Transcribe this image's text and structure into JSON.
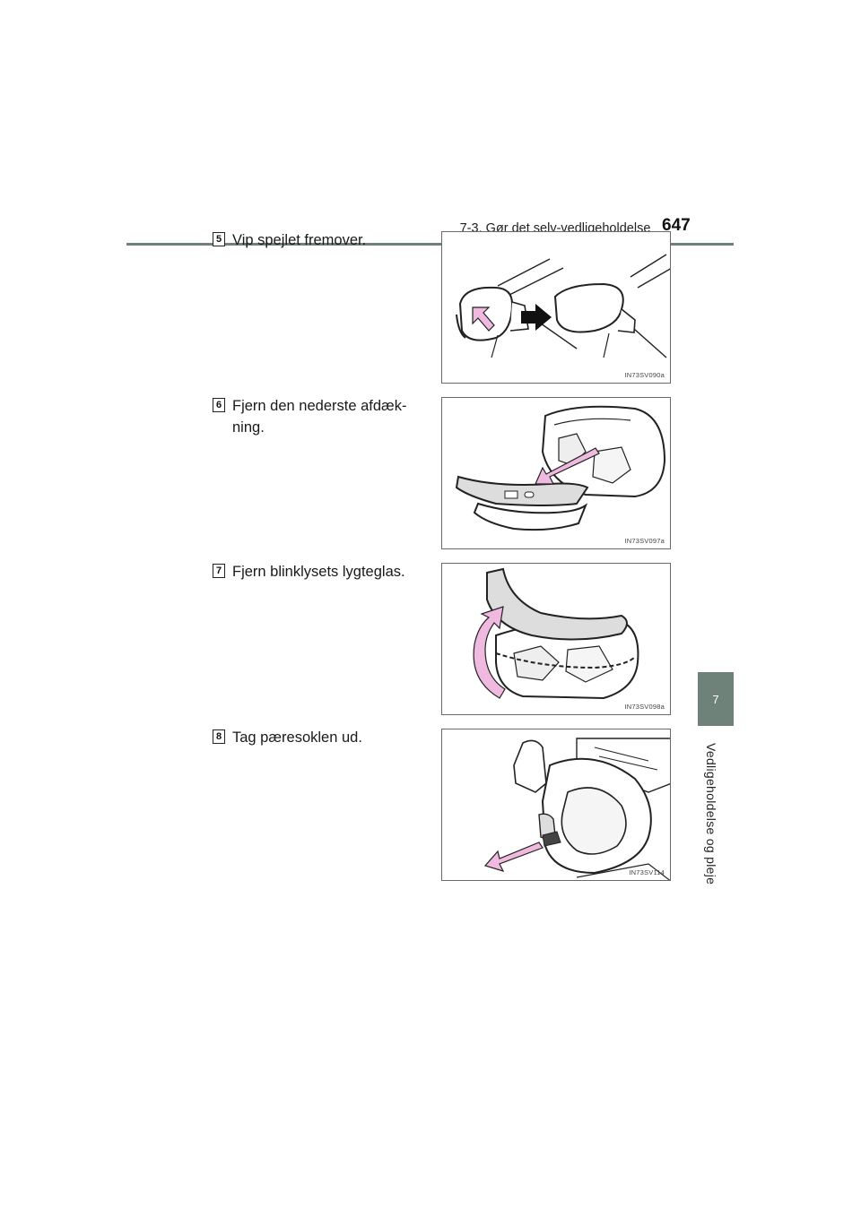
{
  "header": {
    "section_title": "7-3. Gør det selv-vedligeholdelse",
    "page_number": "647"
  },
  "side_tab": {
    "chapter_number": "7",
    "chapter_label": "Vedligeholdelse og pleje"
  },
  "steps": [
    {
      "number": "5",
      "text": "Vip spejlet fremover.",
      "figure_code": "IN73SV090a"
    },
    {
      "number": "6",
      "text_line1": "Fjern den nederste afdæk-",
      "text_line2": "ning.",
      "figure_code": "IN73SV097a"
    },
    {
      "number": "7",
      "text": "Fjern blinklysets lygteglas.",
      "figure_code": "IN73SV098a"
    },
    {
      "number": "8",
      "text": "Tag pæresoklen ud.",
      "figure_code": "IN73SV114"
    }
  ],
  "colors": {
    "accent": "#6f8279",
    "arrow_pink": "#f0b9e0",
    "arrow_dark": "#111111"
  }
}
